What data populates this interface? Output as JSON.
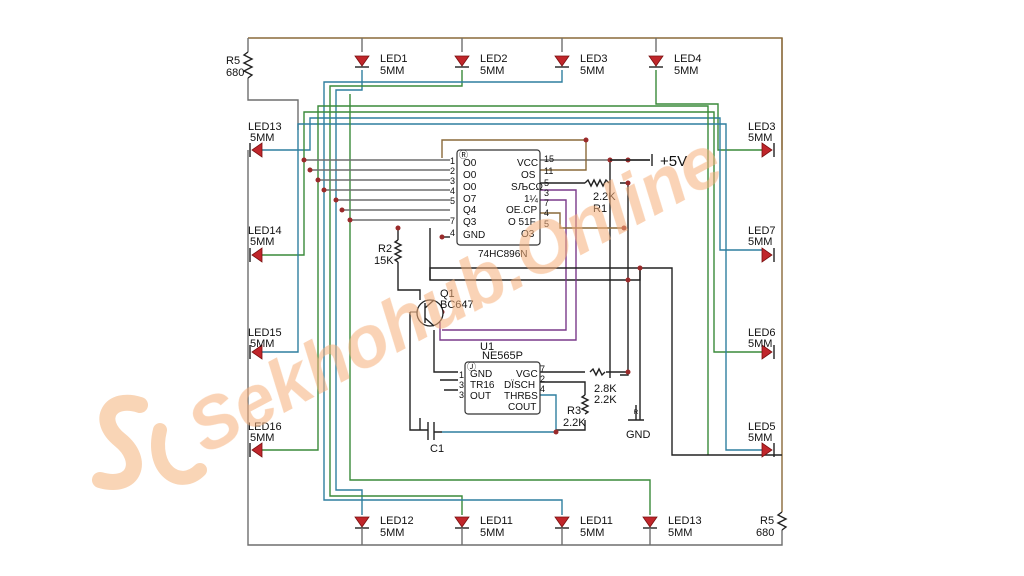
{
  "leds": {
    "top": [
      {
        "name": "LED1",
        "size": "5MM"
      },
      {
        "name": "LED2",
        "size": "5MM"
      },
      {
        "name": "LED3",
        "size": "5MM"
      },
      {
        "name": "LED4",
        "size": "5MM"
      }
    ],
    "left": [
      {
        "name": "LED13",
        "size": "5MM"
      },
      {
        "name": "LED14",
        "size": "5MM"
      },
      {
        "name": "LED15",
        "size": "5MM"
      },
      {
        "name": "LED16",
        "size": "5MM"
      }
    ],
    "right": [
      {
        "name": "LED3",
        "size": "5MM"
      },
      {
        "name": "LED7",
        "size": "5MM"
      },
      {
        "name": "LED6",
        "size": "5MM"
      },
      {
        "name": "LED5",
        "size": "5MM"
      }
    ],
    "bottom": [
      {
        "name": "LED12",
        "size": "5MM"
      },
      {
        "name": "LED11",
        "size": "5MM"
      },
      {
        "name": "LED11",
        "size": "5MM"
      },
      {
        "name": "LED13",
        "size": "5MM"
      }
    ]
  },
  "resistors": {
    "r5_top": {
      "name": "R5",
      "value": "680"
    },
    "r5_bottom": {
      "name": "R5",
      "value": "680"
    },
    "r1": {
      "name": "R1",
      "value": "2.2K"
    },
    "r2": {
      "name": "R2",
      "value": "15K"
    },
    "r3": {
      "name": "R3",
      "value": "2.2K"
    },
    "r_timer": {
      "value_a": "2.8K",
      "value_b": "2.2K"
    }
  },
  "ic_counter": {
    "part": "74HC896N",
    "pin1_mark": "Ⓡ",
    "left_pins": [
      {
        "num": "1",
        "label": "O0"
      },
      {
        "num": "2",
        "label": "O0"
      },
      {
        "num": "3",
        "label": "O0"
      },
      {
        "num": "4",
        "label": "O7"
      },
      {
        "num": "5",
        "label": "Q4"
      },
      {
        "num": "7",
        "label": "Q3"
      },
      {
        "num": "4",
        "label": "GND"
      }
    ],
    "right_pins": [
      {
        "num": "15",
        "label": "VCC"
      },
      {
        "num": "11",
        "label": "OS"
      },
      {
        "num": "5",
        "label": "SЉCΩ"
      },
      {
        "num": "3",
        "label": "1¼"
      },
      {
        "num": "7",
        "label": "OE.CP"
      },
      {
        "num": "4",
        "label": "O 51F"
      },
      {
        "num": "5",
        "label": "O3"
      }
    ]
  },
  "ic_timer": {
    "ref": "U1",
    "part": "NE565P",
    "pin1_mark": "Ⓙ",
    "left_pins": [
      {
        "num": "1",
        "label": "GND"
      },
      {
        "num": "3",
        "label": "TR16"
      },
      {
        "num": "3",
        "label": "OUT"
      }
    ],
    "right_pins": [
      {
        "num": "7",
        "label": "VGC"
      },
      {
        "num": "2",
        "label": "DЇSCH"
      },
      {
        "num": "4",
        "label": "THRБS"
      },
      {
        "num": "",
        "label": "COUT"
      }
    ]
  },
  "transistor": {
    "ref": "Q1",
    "part": "BC647"
  },
  "capacitor": {
    "ref": "C1"
  },
  "power": {
    "label": "+5V"
  },
  "ground": {
    "label": "GND",
    "symbol_text": "ᴿ"
  },
  "watermark": {
    "text": "Sekhohub.Online",
    "color_orange": "#f08a2a",
    "color_blue": "#3a6fd8"
  }
}
